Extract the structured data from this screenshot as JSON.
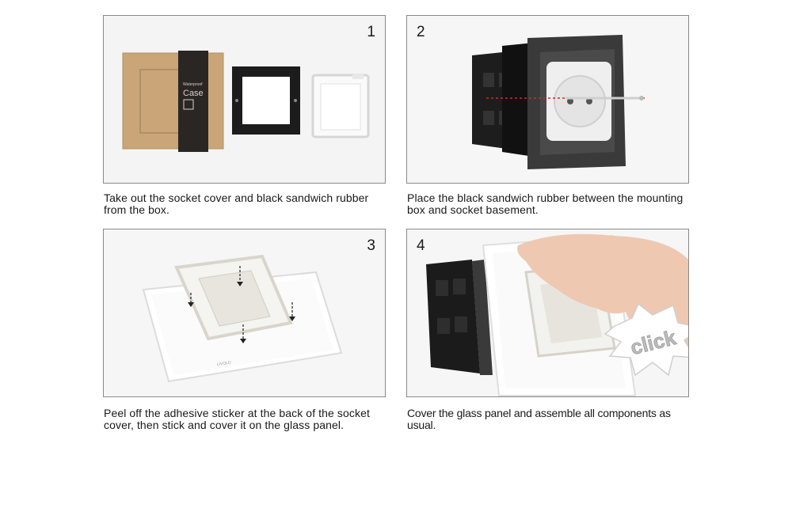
{
  "steps": [
    {
      "number": "1",
      "caption": "Take out the socket cover and black sandwich rubber from the box."
    },
    {
      "number": "2",
      "caption": "Place the black sandwich rubber between the mounting box and socket basement."
    },
    {
      "number": "3",
      "caption": "Peel off the adhesive sticker at the back of the socket cover, then stick and cover it on the glass panel."
    },
    {
      "number": "4",
      "caption": "Cover the glass panel and assemble all components as usual."
    }
  ],
  "box_text": {
    "line1": "Waterproof",
    "line2": "Case"
  },
  "panel_brand": "LIVOLO",
  "click_label": "click"
}
